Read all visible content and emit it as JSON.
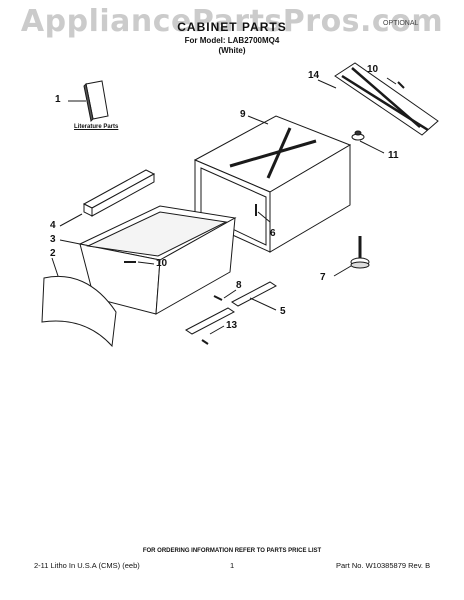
{
  "watermark": "AppliancePartsPros.com",
  "header": {
    "title": "CABINET PARTS",
    "model": "For Model: LAB2700MQ4",
    "color": "(White)",
    "optional_note": "OPTIONAL"
  },
  "callouts": [
    "14",
    "10",
    "1",
    "9",
    "11",
    "4",
    "6",
    "3",
    "2",
    "10",
    "7",
    "8",
    "5",
    "13"
  ],
  "literature_label": "Literature Parts",
  "ordering_note": "FOR ORDERING INFORMATION REFER TO PARTS PRICE LIST",
  "footer": {
    "left": "2-11 Litho In U.S.A (CMS) (eeb)",
    "center": "1",
    "right": "Part No. W10385879 Rev. B"
  },
  "colors": {
    "line": "#1a1a1a",
    "watermark": "#a0a0a0"
  }
}
